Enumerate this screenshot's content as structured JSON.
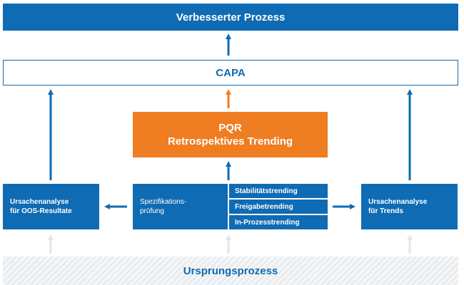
{
  "top_box": {
    "label": "Verbesserter Prozess"
  },
  "capa_box": {
    "label": "CAPA"
  },
  "pqr_box": {
    "line1": "PQR",
    "line2": "Retrospektives Trending"
  },
  "left_box": {
    "line1": "Ursachenanalyse",
    "line2": "für OOS-Resultate"
  },
  "spec_box": {
    "line1": "Spezifikations-",
    "line2": "prüfung"
  },
  "trend_items": [
    "Stabilitätstrending",
    "Freigabetrending",
    "In-Prozesstrending"
  ],
  "right_box": {
    "line1": "Ursachenanalyse",
    "line2": "für Trends"
  },
  "bottom_box": {
    "label": "Ursprungsprozess"
  },
  "colors": {
    "blue": "#0f6bb3",
    "orange": "#ef7d22",
    "light_gray": "#e3e6e9"
  }
}
